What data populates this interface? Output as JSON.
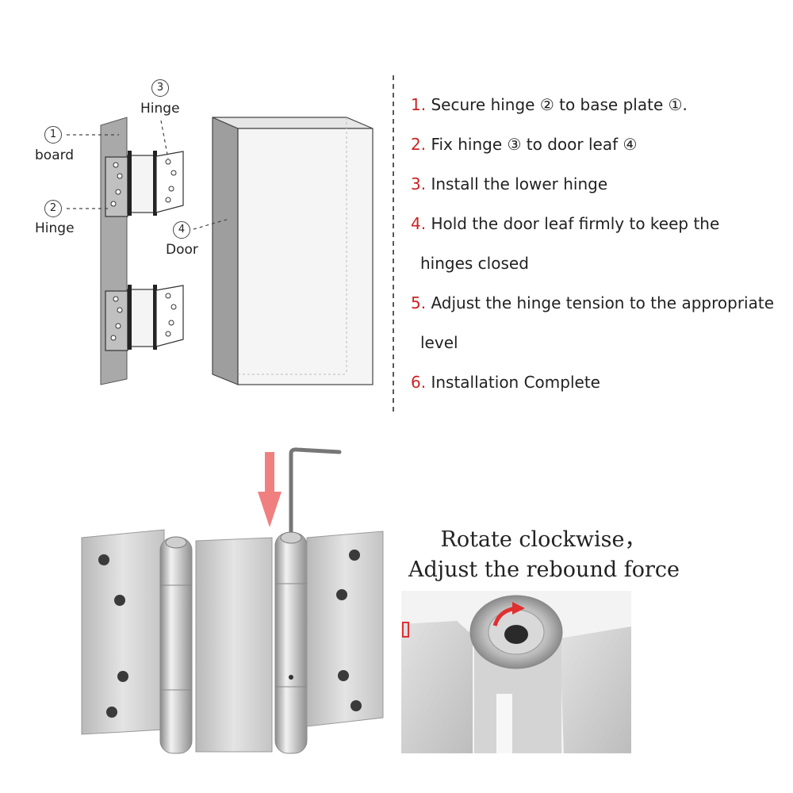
{
  "diagram": {
    "labels": {
      "board": {
        "num": "1",
        "text": "board"
      },
      "hinge_lower": {
        "num": "2",
        "text": "Hinge"
      },
      "hinge_upper": {
        "num": "3",
        "text": "Hinge"
      },
      "door": {
        "num": "4",
        "text": "Door"
      }
    }
  },
  "steps": [
    {
      "num": "1.",
      "text": "Secure hinge ② to base plate ①."
    },
    {
      "num": "2.",
      "text": "Fix hinge ③ to door leaf ④"
    },
    {
      "num": "3.",
      "text": "Install the lower hinge"
    },
    {
      "num": "4.",
      "text": "Hold the door leaf firmly to keep the",
      "continuation": "hinges closed"
    },
    {
      "num": "5.",
      "text": "Adjust the hinge tension to the appropriate",
      "continuation": "level"
    },
    {
      "num": "6.",
      "text": "Installation Complete"
    }
  ],
  "caption": {
    "line1": "Rotate clockwise，",
    "line2": "Adjust the rebound force"
  },
  "colors": {
    "step_number": "#cc2222",
    "arrow": "#f08080",
    "rotate_arrow": "#e03030",
    "metal": "#c8c8c8"
  }
}
